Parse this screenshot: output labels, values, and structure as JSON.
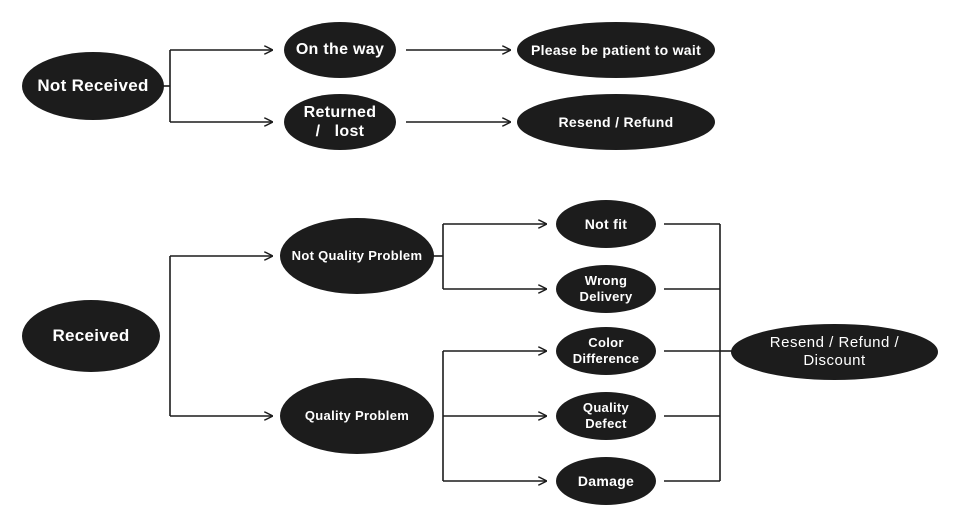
{
  "nodes": {
    "not_received": "Not Received",
    "on_the_way": "On the way",
    "returned_lost_line1": "Returned",
    "returned_lost_line2": "/   lost",
    "patient": "Please be patient to wait",
    "resend_refund": "Resend / Refund",
    "received": "Received",
    "not_quality_problem": "Not Quality Problem",
    "quality_problem": "Quality Problem",
    "not_fit": "Not fit",
    "wrong_delivery_line1": "Wrong",
    "wrong_delivery_line2": "Delivery",
    "color_difference_line1": "Color",
    "color_difference_line2": "Difference",
    "quality_defect_line1": "Quality",
    "quality_defect_line2": "Defect",
    "damage": "Damage",
    "resend_refund_discount": "Resend / Refund / Discount"
  },
  "colors": {
    "node_fill": "#1c1c1c",
    "node_text": "#ffffff",
    "connector": "#1c1c1c"
  }
}
